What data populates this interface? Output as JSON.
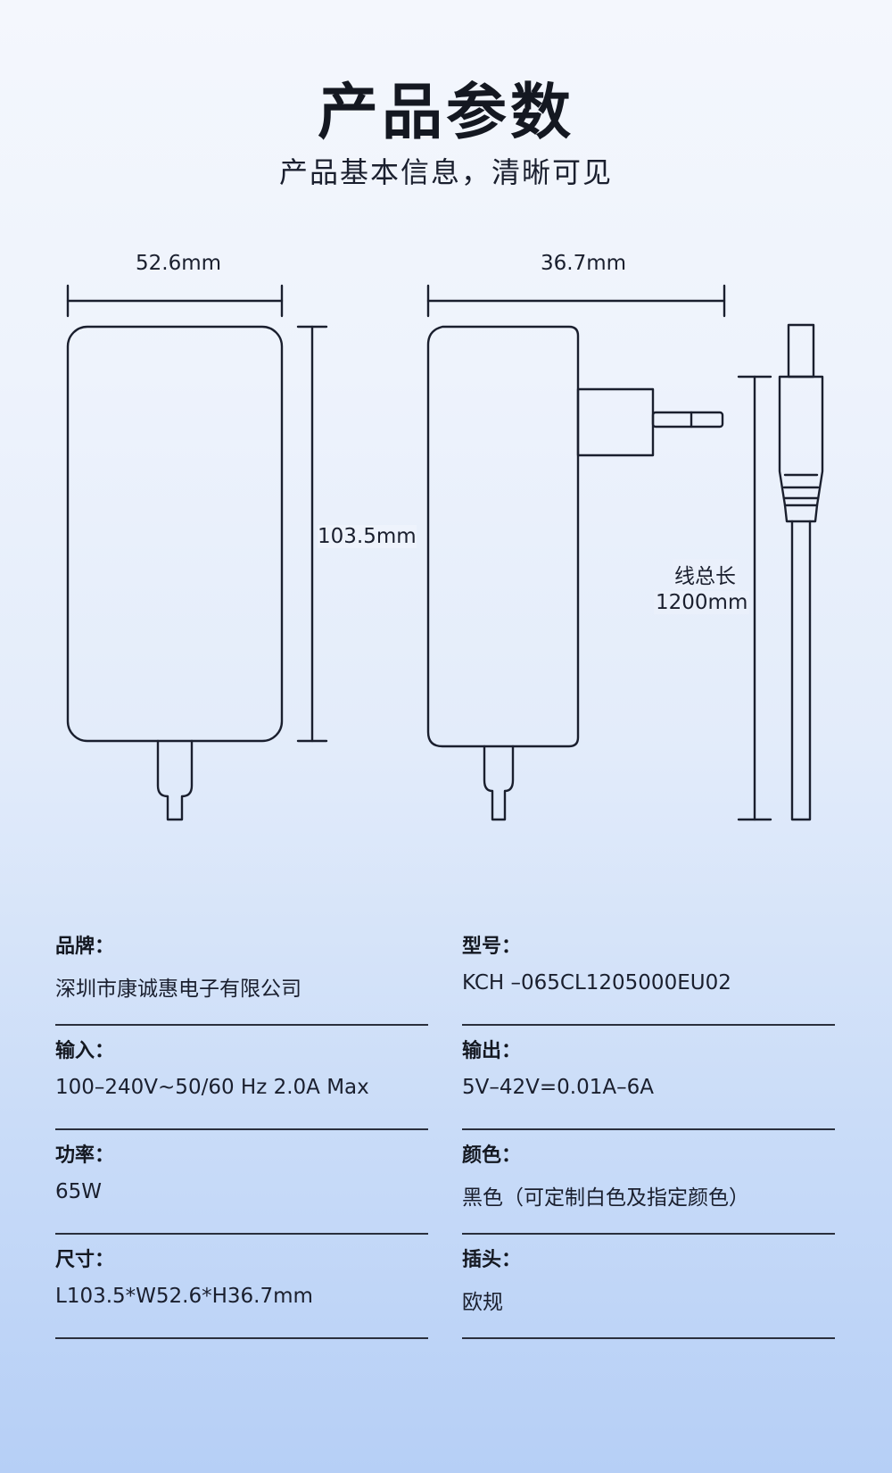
{
  "header": {
    "title": "产品参数",
    "subtitle": "产品基本信息，清晰可见"
  },
  "dimensions": {
    "width": "52.6mm",
    "depth": "36.7mm",
    "height": "103.5mm",
    "cable_label": "线总长",
    "cable_length": "1200mm"
  },
  "specs": [
    {
      "label": "品牌：",
      "value": "深圳市康诚惠电子有限公司"
    },
    {
      "label": "型号：",
      "value": "KCH –065CL1205000EU02"
    },
    {
      "label": "输入：",
      "value": "100–240V~50/60 Hz 2.0A Max"
    },
    {
      "label": "输出：",
      "value": "5V–42V=0.01A–6A"
    },
    {
      "label": "功率：",
      "value": "65W"
    },
    {
      "label": "颜色：",
      "value": "黑色（可定制白色及指定颜色）"
    },
    {
      "label": "尺寸：",
      "value": "L103.5*W52.6*H36.7mm"
    },
    {
      "label": "插头：",
      "value": "欧规"
    }
  ]
}
